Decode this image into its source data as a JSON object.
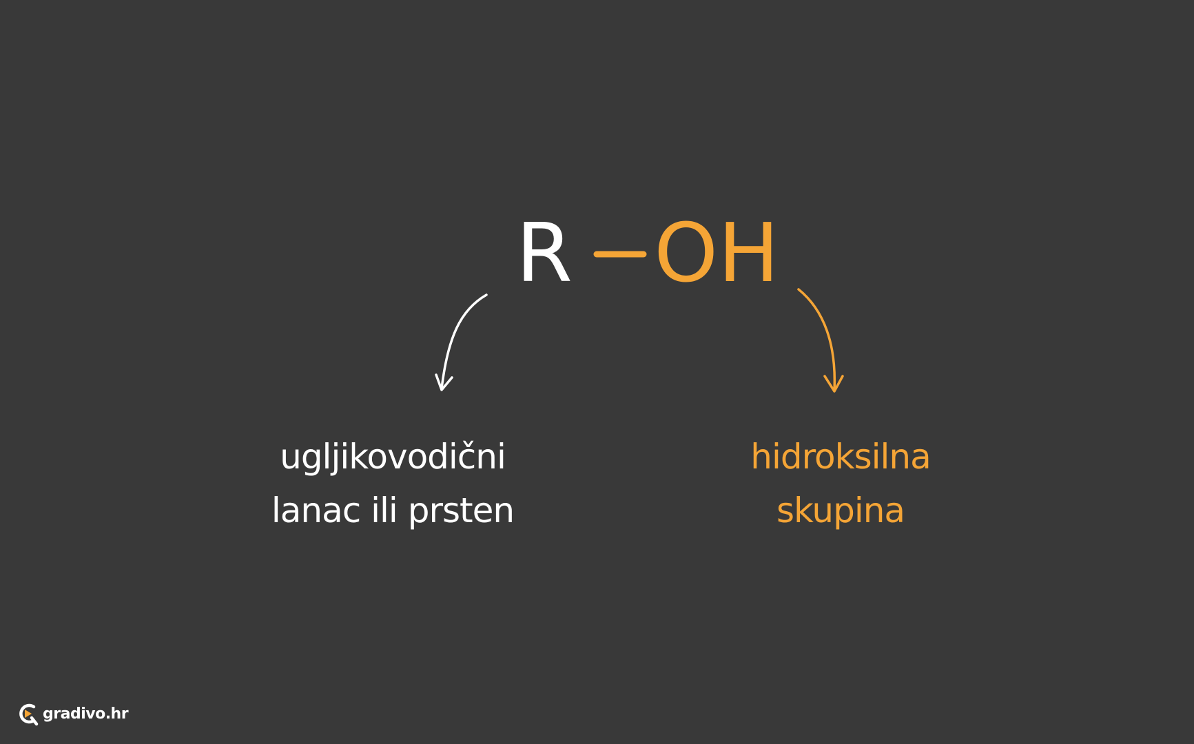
{
  "formula": {
    "r": "R",
    "oh": "OH"
  },
  "labels": {
    "left_line1": "ugljikovodični",
    "left_line2": "lanac ili prsten",
    "right_line1": "hidroksilna",
    "right_line2": "skupina"
  },
  "brand": {
    "name": "gradivo.hr"
  },
  "colors": {
    "background": "#393939",
    "white": "#ffffff",
    "accent": "#f5a536"
  }
}
